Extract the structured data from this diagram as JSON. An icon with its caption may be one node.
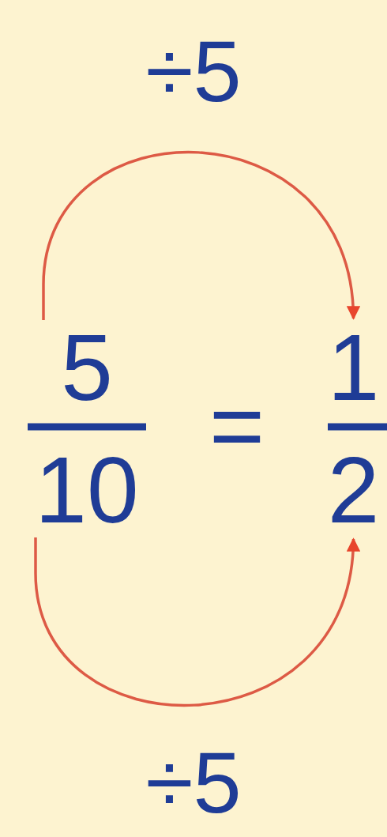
{
  "diagram": {
    "nodes": [
      {
        "text": [
          "5"
        ]
      },
      {
        "text": [
          "10"
        ]
      },
      {
        "text": [
          "1"
        ]
      },
      {
        "text": [
          "2"
        ]
      }
    ],
    "edges": [
      {
        "from": 0,
        "to": 2,
        "arrow": "to",
        "label": "÷5"
      },
      {
        "from": 1,
        "to": 3,
        "arrow": "to",
        "label": "÷5"
      }
    ],
    "labels": [
      "="
    ]
  }
}
